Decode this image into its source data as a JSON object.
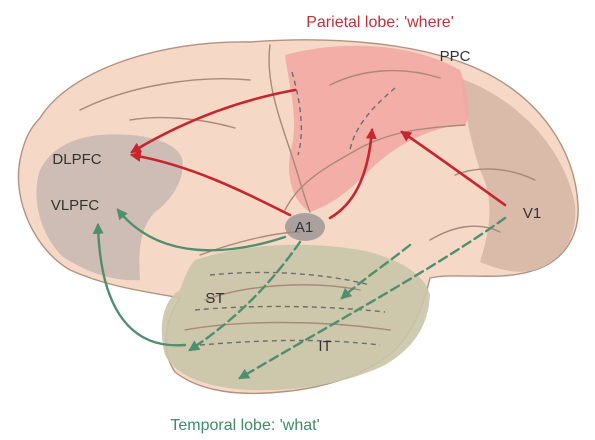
{
  "titles": {
    "parietal": "Parietal lobe: 'where'",
    "temporal": "Temporal lobe: 'what'"
  },
  "regions": {
    "ppc": "PPC",
    "dlpfc": "DLPFC",
    "vlpfc": "VLPFC",
    "a1": "A1",
    "v1": "V1",
    "st": "ST",
    "it": "IT"
  },
  "colors": {
    "where_stream": "#c8262e",
    "what_stream": "#4f8f6e",
    "brain_base": "#f5d9c6",
    "parietal_region": "#f2a9a3",
    "temporal_region": "#c9c5a8",
    "prefrontal_region": "#c9b9b2",
    "occipital_region": "#d7b6a4"
  }
}
